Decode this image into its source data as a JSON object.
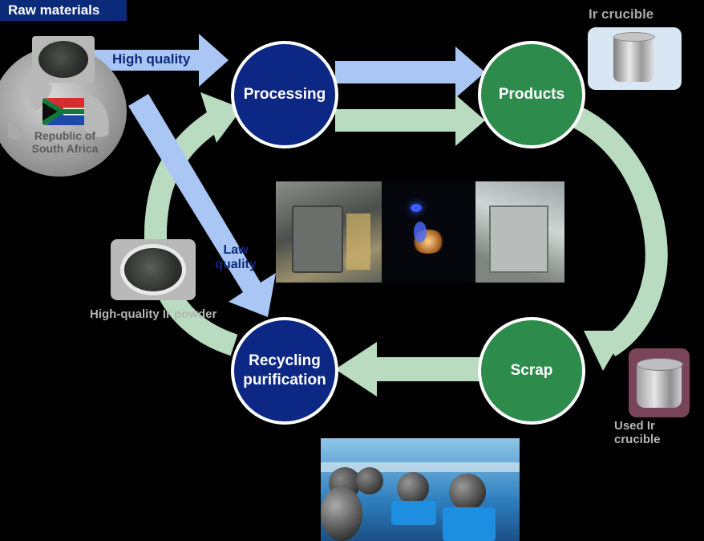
{
  "raw_materials_label": "Raw materials",
  "arrow_labels": {
    "high_quality": "High quality",
    "low_quality_line1": "Law",
    "low_quality_line2": "quality"
  },
  "country": {
    "line1": "Republic of",
    "line2": "South Africa"
  },
  "nodes": {
    "processing": "Processing",
    "products": "Products",
    "scrap": "Scrap",
    "recycling_line1": "Recycling",
    "recycling_line2": "purification"
  },
  "captions": {
    "ir_crucible": "Ir crucible",
    "used_ir_crucible": "Used Ir crucible",
    "ir_powder": "High-quality Ir powder"
  },
  "colors": {
    "node_blue": "#0c2784",
    "node_green": "#2d8c4c",
    "flow_green": "#b9dcc0",
    "flow_blue": "#a9c6f5"
  }
}
